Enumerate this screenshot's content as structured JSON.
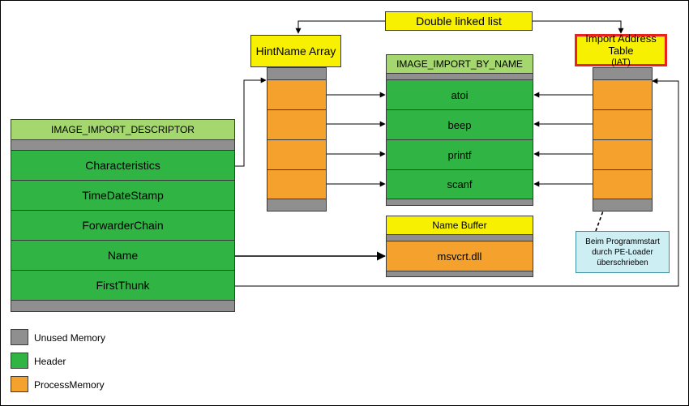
{
  "title": "Double linked list",
  "hintname": {
    "title": "HintName Array"
  },
  "import_by_name": {
    "title": "IMAGE_IMPORT_BY_NAME",
    "rows": [
      "atoi",
      "beep",
      "printf",
      "scanf"
    ]
  },
  "iat": {
    "title_line1": "Import Address Table",
    "title_line2": "(IAT)",
    "note": [
      "Beim Programmstart",
      "durch PE-Loader",
      "überschrieben"
    ]
  },
  "descriptor": {
    "title": "IMAGE_IMPORT_DESCRIPTOR",
    "rows": [
      "Characteristics",
      "TimeDateStamp",
      "ForwarderChain",
      "Name",
      "FirstThunk"
    ]
  },
  "name_buffer": {
    "title": "Name Buffer",
    "value": "msvcrt.dll"
  },
  "legend": [
    {
      "label": "Unused Memory",
      "color": "#8f8f8f"
    },
    {
      "label": "Header",
      "color": "#30b545"
    },
    {
      "label": "ProcessMemory",
      "color": "#f4a22d"
    }
  ],
  "colors": {
    "header_green": "#30b545",
    "process_orange": "#f4a22d",
    "unused_gray": "#8f8f8f",
    "title_yellow": "#f7f000",
    "light_green": "#a4d76d",
    "iat_border_red": "#e8221c",
    "note_bg": "#cdeef3"
  }
}
